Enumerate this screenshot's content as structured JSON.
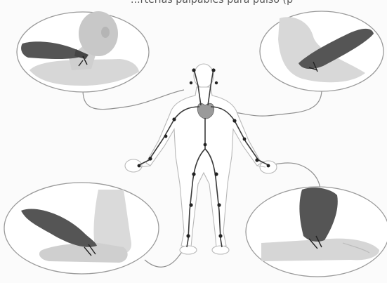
{
  "header": {
    "text": "...rterias palpables para pulso (p"
  },
  "diagram": {
    "subject": "human-body-arterial-pulse-points",
    "pulse_sites": [
      "carotid-pulse",
      "brachial-pulse",
      "posterior-tibial-pulse",
      "dorsalis-pedis-pulse"
    ],
    "colors": {
      "artery_line": "#3a3a3a",
      "heart_fill": "#9a9a9a",
      "bubble_stroke": "#9a9a9a",
      "skin": "#dcdcdc",
      "hand": "#555555"
    }
  }
}
